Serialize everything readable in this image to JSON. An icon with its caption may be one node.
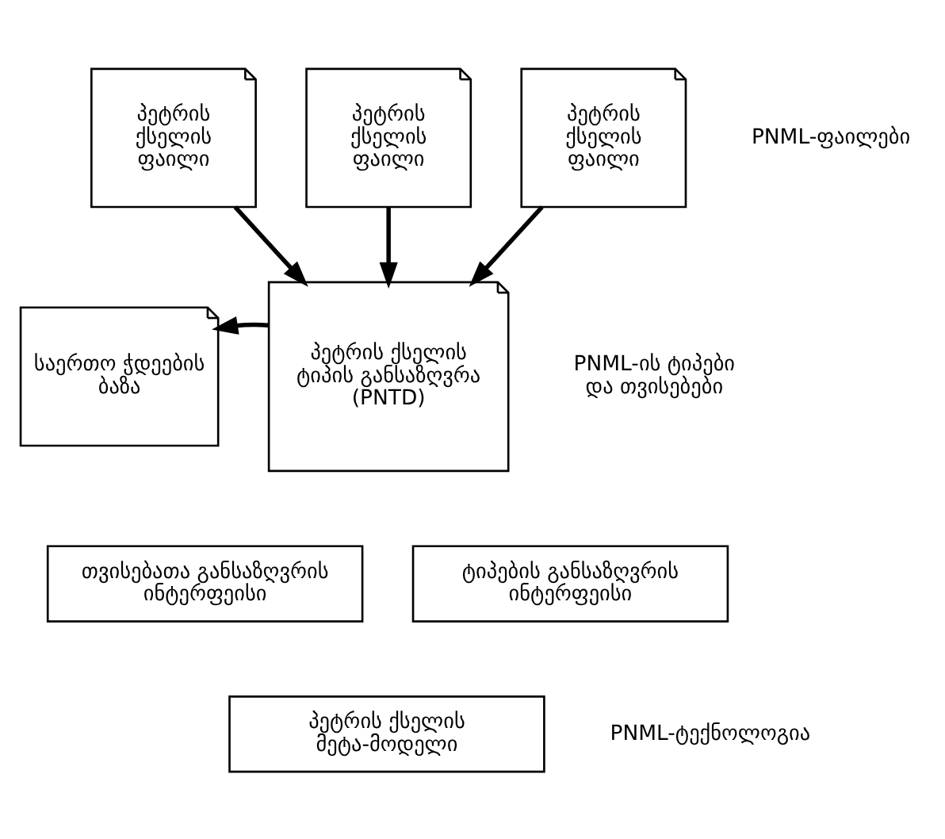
{
  "diagram": {
    "nodes": [
      {
        "text": [
          "პეტრის ქსელის ფაილი"
        ]
      },
      {
        "text": [
          "პეტრის ქსელის ფაილი"
        ]
      },
      {
        "text": [
          "პეტრის ქსელის ფაილი"
        ]
      },
      {
        "text": [
          "საერთო ჭდეების ბაზა"
        ]
      },
      {
        "text": [
          "პეტრის ქსელის ტიპის განსაზღვრა (PNTD)"
        ]
      },
      {
        "text": [
          "თვისებათა განსაზღვრის ინტერფეისი"
        ]
      },
      {
        "text": [
          "ტიპების განსაზღვრის ინტერფეისი"
        ]
      },
      {
        "text": [
          "პეტრის ქსელის მეტა-მოდელი"
        ]
      }
    ],
    "edges": [
      {
        "from": 0,
        "to": 4,
        "arrow": "to"
      },
      {
        "from": 1,
        "to": 4,
        "arrow": "to"
      },
      {
        "from": 2,
        "to": 4,
        "arrow": "to"
      },
      {
        "from": 4,
        "to": 3,
        "arrow": "to"
      }
    ],
    "labels": [
      "PNML-ფაილები",
      "PNML-ის ტიპები და თვისებები",
      "PNML-ტექნოლოგია"
    ]
  }
}
